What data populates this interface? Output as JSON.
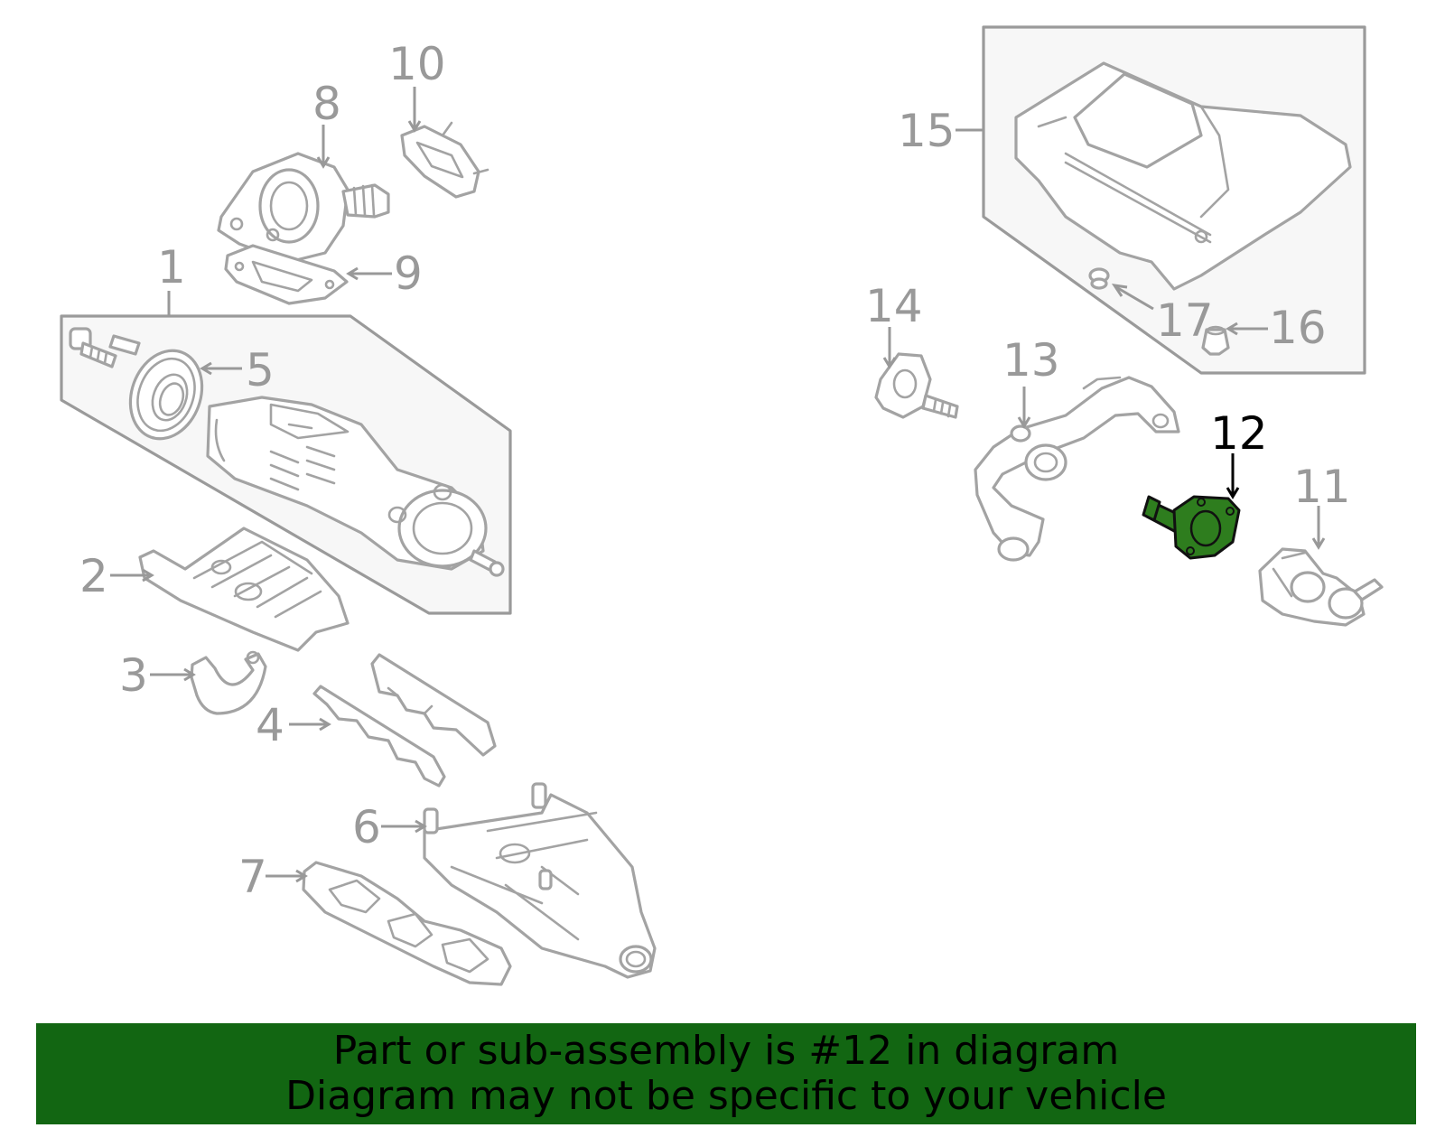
{
  "callouts": {
    "c1": "1",
    "c2": "2",
    "c3": "3",
    "c4": "4",
    "c5": "5",
    "c6": "6",
    "c7": "7",
    "c8": "8",
    "c9": "9",
    "c10": "10",
    "c11": "11",
    "c12": "12",
    "c13": "13",
    "c14": "14",
    "c15": "15",
    "c16": "16",
    "c17": "17"
  },
  "highlighted_part": "12",
  "colors": {
    "highlight_fill": "#2e7d1e",
    "banner_background": "#126612",
    "line_art": "#a3a3a3",
    "callout_text": "#999999"
  },
  "banner": {
    "line1": "Part or sub-assembly is #12 in diagram",
    "line2": "Diagram may not be specific to your vehicle"
  }
}
